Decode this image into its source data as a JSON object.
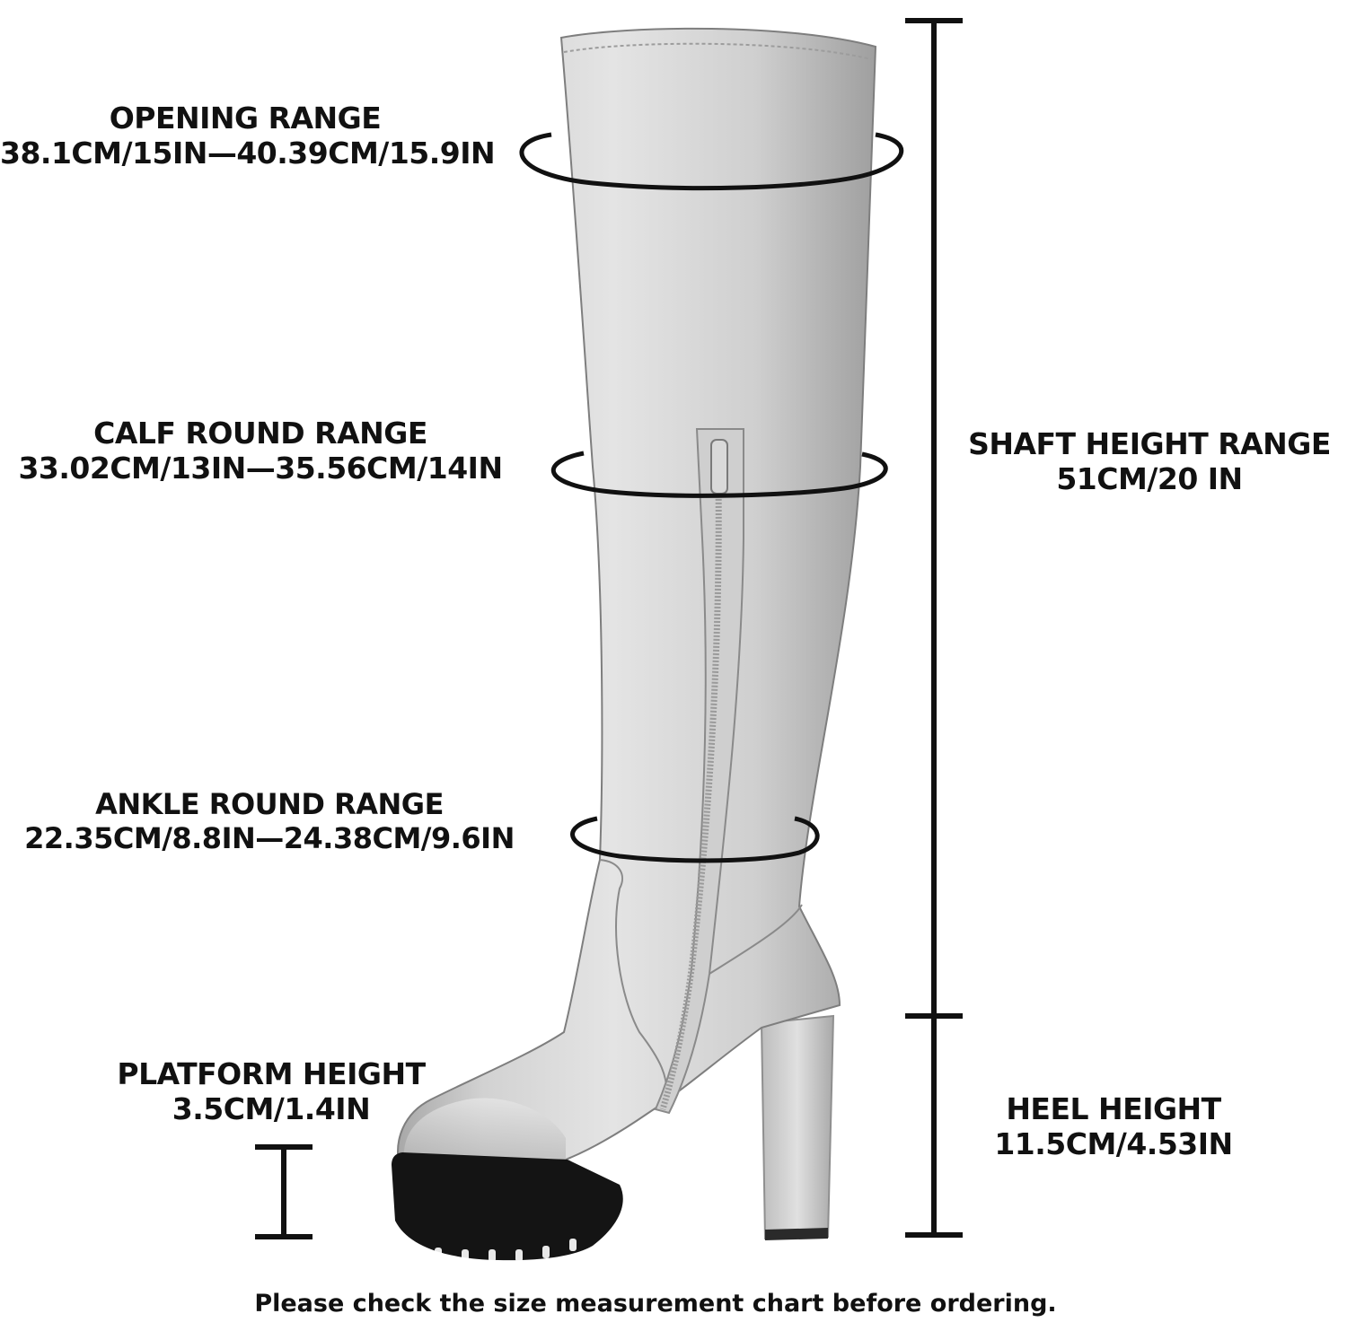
{
  "measurements": {
    "opening": {
      "title": "OPENING RANGE",
      "value": "38.1CM/15IN—40.39CM/15.9IN"
    },
    "calf": {
      "title": "CALF ROUND RANGE",
      "value": "33.02CM/13IN—35.56CM/14IN"
    },
    "ankle": {
      "title": "ANKLE ROUND RANGE",
      "value": "22.35CM/8.8IN—24.38CM/9.6IN"
    },
    "platform": {
      "title": "PLATFORM HEIGHT",
      "value": "3.5CM/1.4IN"
    },
    "shaft": {
      "title": "SHAFT HEIGHT RANGE",
      "value": "51CM/20 IN"
    },
    "heel": {
      "title": "HEEL HEIGHT",
      "value": "11.5CM/4.53IN"
    }
  },
  "footnote": "Please check the size measurement chart before ordering.",
  "colors": {
    "boot_silver": "#c9c9c9",
    "sole_black": "#111111",
    "guide_lines": "#111111"
  },
  "icons": [
    "boot-illustration",
    "measurement-ring",
    "dimension-line"
  ]
}
